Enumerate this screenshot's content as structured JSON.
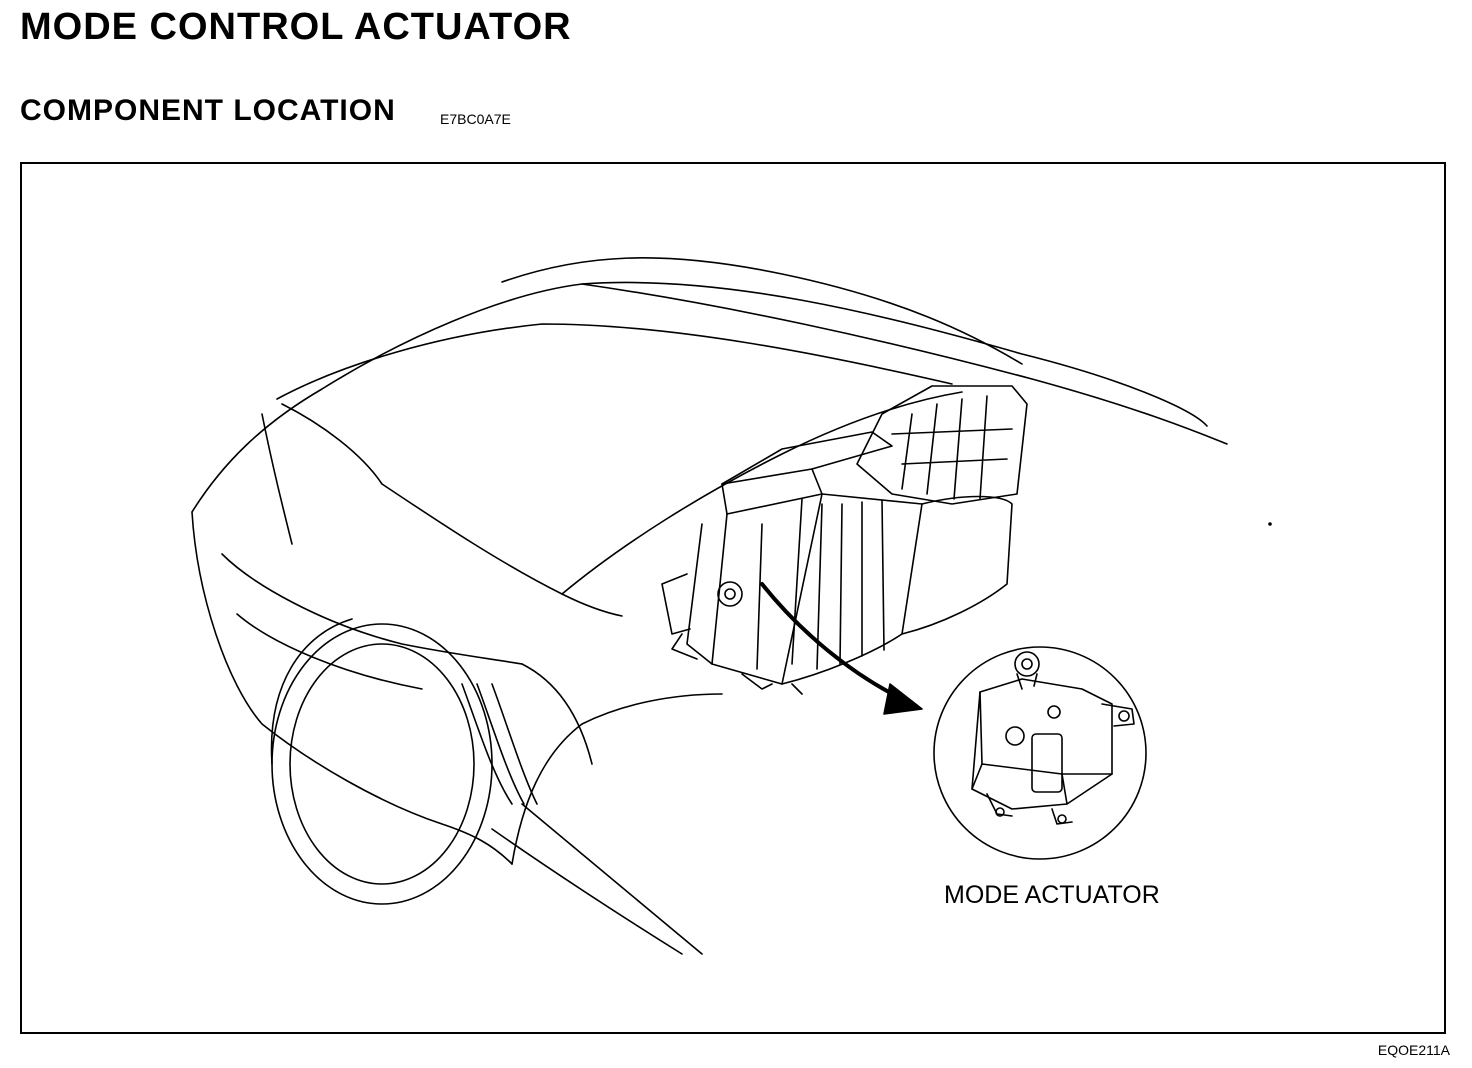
{
  "header": {
    "title": "MODE CONTROL ACTUATOR",
    "subtitle": "COMPONENT LOCATION",
    "code": "E7BC0A7E"
  },
  "figure": {
    "callout_label": "MODE ACTUATOR",
    "figure_code": "EQOE211A"
  }
}
